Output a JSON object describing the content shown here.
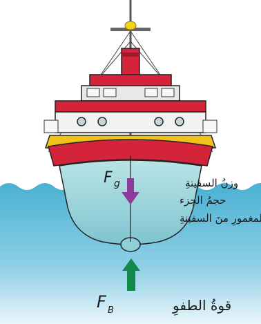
{
  "labels": {
    "weight_text": "وزنُ السفينةِ",
    "weight_symbol": "F",
    "weight_sub": "g",
    "volume_line1": "حجمُ الجزء",
    "volume_line2": "المغمورِ منَ السفينةِ",
    "buoyancy_text": "قوةُ الطفوِ",
    "buoyancy_symbol": "F",
    "buoyancy_sub": "B"
  },
  "colors": {
    "water": "#5bbad8",
    "hull_red": "#d4243a",
    "hull_teal": "#a9dede",
    "weight_arrow": "#8e3a9a",
    "buoyancy_arrow": "#12884a",
    "mast_light": "#f2d21a"
  }
}
